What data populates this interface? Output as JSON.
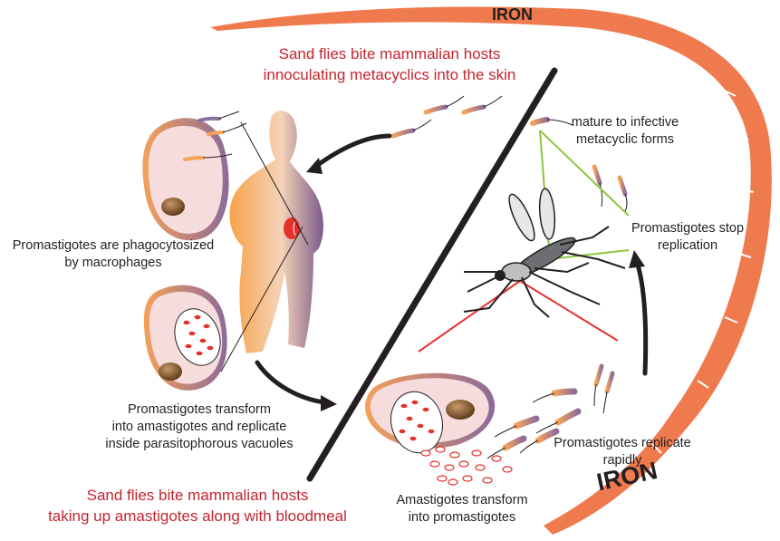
{
  "iron_top": "IRON",
  "iron_bottom": "IRON",
  "title_top": {
    "line1": "Sand flies bite mammalian hosts",
    "line2": "innoculating metacyclics into the skin"
  },
  "title_bottom": {
    "line1": "Sand flies bite mammalian hosts",
    "line2": "taking up amastigotes along with bloodmeal"
  },
  "steps": {
    "metacyclic": {
      "line1": "mature to infective",
      "line2": "metacyclic forms"
    },
    "stop": {
      "line1": "Promastigotes stop",
      "line2": "replication"
    },
    "phago": {
      "line1": "Promastigotes are phagocytosized",
      "line2": "by macrophages"
    },
    "transform": {
      "line1": "Promastigotes transform",
      "line2": "into amastigotes and replicate",
      "line3": "inside parasitophorous vacuoles"
    },
    "replicate": {
      "line1": "Promastigotes replicate",
      "line2": "rapidly"
    },
    "amastigotes": {
      "line1": "Amastigotes transform",
      "line2": "into promastigotes"
    }
  },
  "colors": {
    "iron_band": "#ef7a4e",
    "title_red": "#c4262e",
    "cell_fill": "#f6dcdc",
    "nucleus": "#7a4a22",
    "arrow": "#231f20",
    "green_line": "#8cc63f",
    "red_line": "#e4312b"
  }
}
